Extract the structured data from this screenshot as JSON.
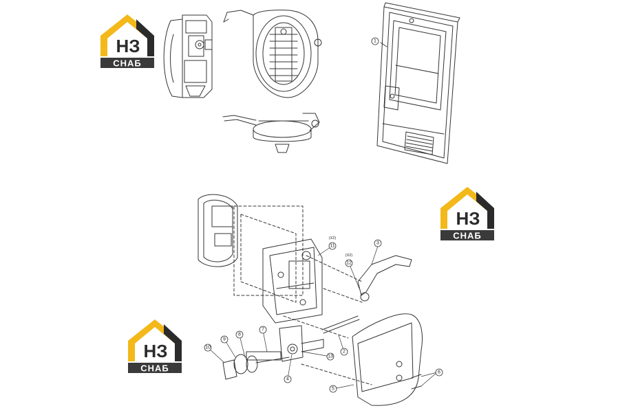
{
  "logo": {
    "mark": "НЗ",
    "text": "СНАБ",
    "colors": {
      "roof": "#f3b819",
      "dark": "#2b2b2b",
      "plate": "#3a3a3a"
    }
  },
  "callouts": [
    {
      "id": "c1",
      "label": "1"
    },
    {
      "id": "c2",
      "label": "2"
    },
    {
      "id": "c3",
      "label": "3"
    },
    {
      "id": "c4",
      "label": "4"
    },
    {
      "id": "c5",
      "label": "5"
    },
    {
      "id": "c6",
      "label": "6"
    },
    {
      "id": "c7",
      "label": "7"
    },
    {
      "id": "c8",
      "label": "8"
    },
    {
      "id": "c9",
      "label": "9"
    },
    {
      "id": "c10",
      "label": "10"
    },
    {
      "id": "c11",
      "label": "11"
    },
    {
      "id": "c12",
      "label": "12"
    },
    {
      "id": "c13",
      "label": "13"
    }
  ],
  "quantities": [
    {
      "id": "q11",
      "label": "(X2)"
    },
    {
      "id": "q12",
      "label": "(X2)"
    }
  ]
}
